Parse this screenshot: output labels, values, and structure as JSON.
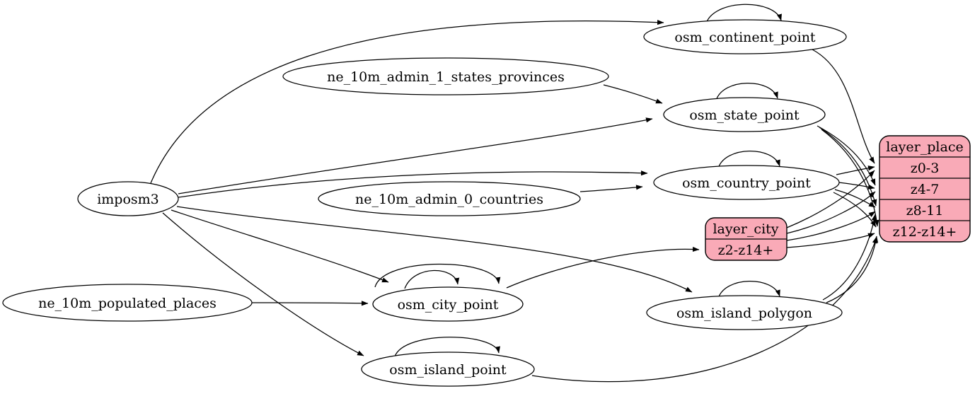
{
  "diagram": {
    "type": "etl-dependency-graph",
    "colors": {
      "background": "#ffffff",
      "node_fill": "#ffffff",
      "record_fill": "#f9aab7",
      "stroke": "#000000"
    },
    "nodes": {
      "imposm3": {
        "label": "imposm3",
        "shape": "ellipse"
      },
      "ne_10m_admin_1_states_provinces": {
        "label": "ne_10m_admin_1_states_provinces",
        "shape": "ellipse"
      },
      "ne_10m_admin_0_countries": {
        "label": "ne_10m_admin_0_countries",
        "shape": "ellipse"
      },
      "ne_10m_populated_places": {
        "label": "ne_10m_populated_places",
        "shape": "ellipse"
      },
      "osm_continent_point": {
        "label": "osm_continent_point",
        "shape": "ellipse"
      },
      "osm_state_point": {
        "label": "osm_state_point",
        "shape": "ellipse"
      },
      "osm_country_point": {
        "label": "osm_country_point",
        "shape": "ellipse"
      },
      "osm_city_point": {
        "label": "osm_city_point",
        "shape": "ellipse"
      },
      "osm_island_polygon": {
        "label": "osm_island_polygon",
        "shape": "ellipse"
      },
      "osm_island_point": {
        "label": "osm_island_point",
        "shape": "ellipse"
      }
    },
    "records": {
      "layer_city": {
        "title": "layer_city",
        "rows": [
          "z2-z14+"
        ]
      },
      "layer_place": {
        "title": "layer_place",
        "rows": [
          "z0-3",
          "z4-7",
          "z8-11",
          "z12-z14+"
        ]
      }
    },
    "edges": [
      {
        "from": "imposm3",
        "to": "osm_continent_point"
      },
      {
        "from": "imposm3",
        "to": "osm_state_point"
      },
      {
        "from": "imposm3",
        "to": "osm_country_point"
      },
      {
        "from": "imposm3",
        "to": "osm_city_point"
      },
      {
        "from": "imposm3",
        "to": "osm_island_polygon"
      },
      {
        "from": "imposm3",
        "to": "osm_island_point"
      },
      {
        "from": "ne_10m_admin_1_states_provinces",
        "to": "osm_state_point"
      },
      {
        "from": "ne_10m_admin_0_countries",
        "to": "osm_country_point"
      },
      {
        "from": "ne_10m_populated_places",
        "to": "osm_city_point"
      },
      {
        "from": "osm_continent_point",
        "to": "osm_continent_point",
        "self_loop": true
      },
      {
        "from": "osm_state_point",
        "to": "osm_state_point",
        "self_loop": true
      },
      {
        "from": "osm_country_point",
        "to": "osm_country_point",
        "self_loop": true
      },
      {
        "from": "osm_city_point",
        "to": "osm_city_point",
        "self_loop": true
      },
      {
        "from": "osm_city_point",
        "to": "osm_city_point",
        "self_loop": true
      },
      {
        "from": "osm_island_polygon",
        "to": "osm_island_polygon",
        "self_loop": true
      },
      {
        "from": "osm_island_point",
        "to": "osm_island_point",
        "self_loop": true
      },
      {
        "from": "osm_city_point",
        "to": "layer_city:z2-z14+"
      },
      {
        "from": "osm_continent_point",
        "to": "layer_place:z0-3"
      },
      {
        "from": "osm_country_point",
        "to": "layer_place:z0-3"
      },
      {
        "from": "layer_city",
        "to": "layer_place:z0-3"
      },
      {
        "from": "osm_country_point",
        "to": "layer_place:z4-7"
      },
      {
        "from": "osm_state_point",
        "to": "layer_place:z4-7"
      },
      {
        "from": "layer_city",
        "to": "layer_place:z4-7"
      },
      {
        "from": "osm_country_point",
        "to": "layer_place:z8-11"
      },
      {
        "from": "osm_state_point",
        "to": "layer_place:z8-11"
      },
      {
        "from": "layer_city",
        "to": "layer_place:z8-11"
      },
      {
        "from": "osm_island_polygon",
        "to": "layer_place:z8-11"
      },
      {
        "from": "osm_country_point",
        "to": "layer_place:z12-z14+"
      },
      {
        "from": "osm_state_point",
        "to": "layer_place:z12-z14+"
      },
      {
        "from": "layer_city",
        "to": "layer_place:z12-z14+"
      },
      {
        "from": "osm_island_polygon",
        "to": "layer_place:z12-z14+"
      },
      {
        "from": "osm_island_point",
        "to": "layer_place:z12-z14+"
      }
    ]
  }
}
